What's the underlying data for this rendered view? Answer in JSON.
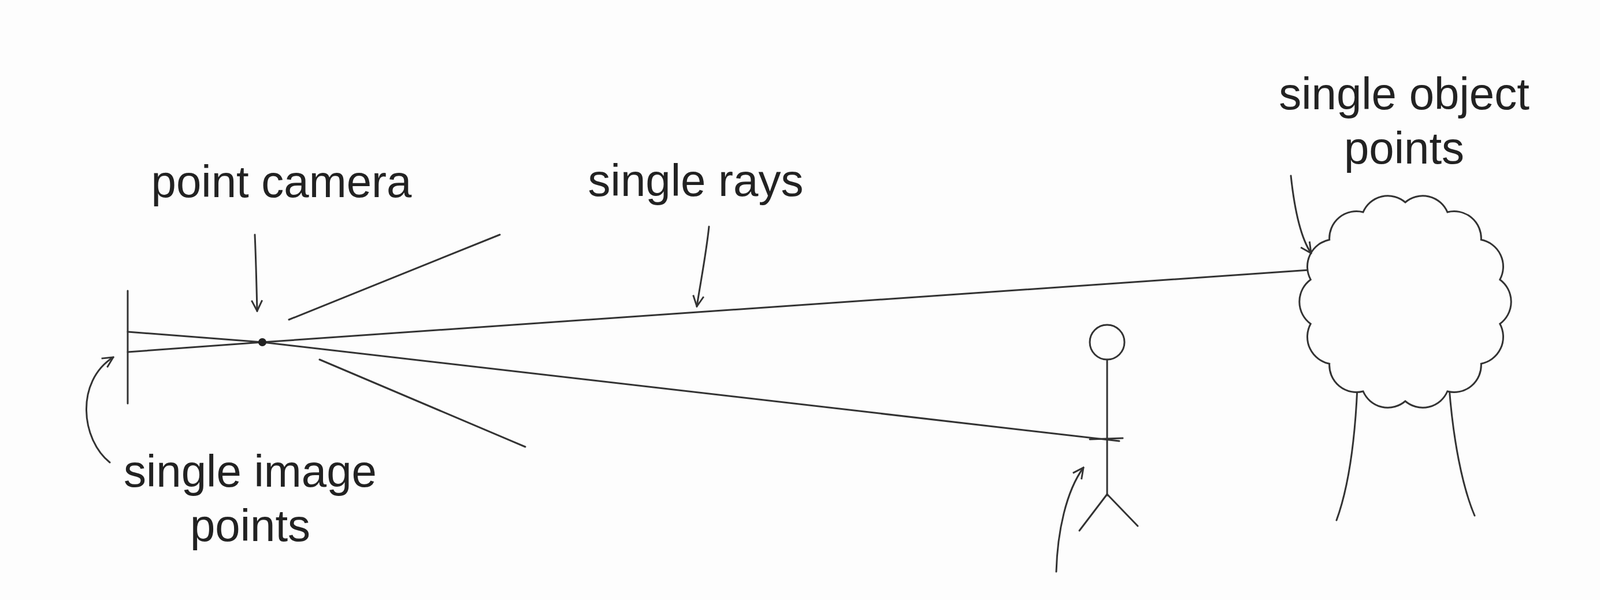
{
  "diagram": {
    "labels": [
      "point camera",
      "single rays",
      "single object points",
      "single image points"
    ]
  }
}
